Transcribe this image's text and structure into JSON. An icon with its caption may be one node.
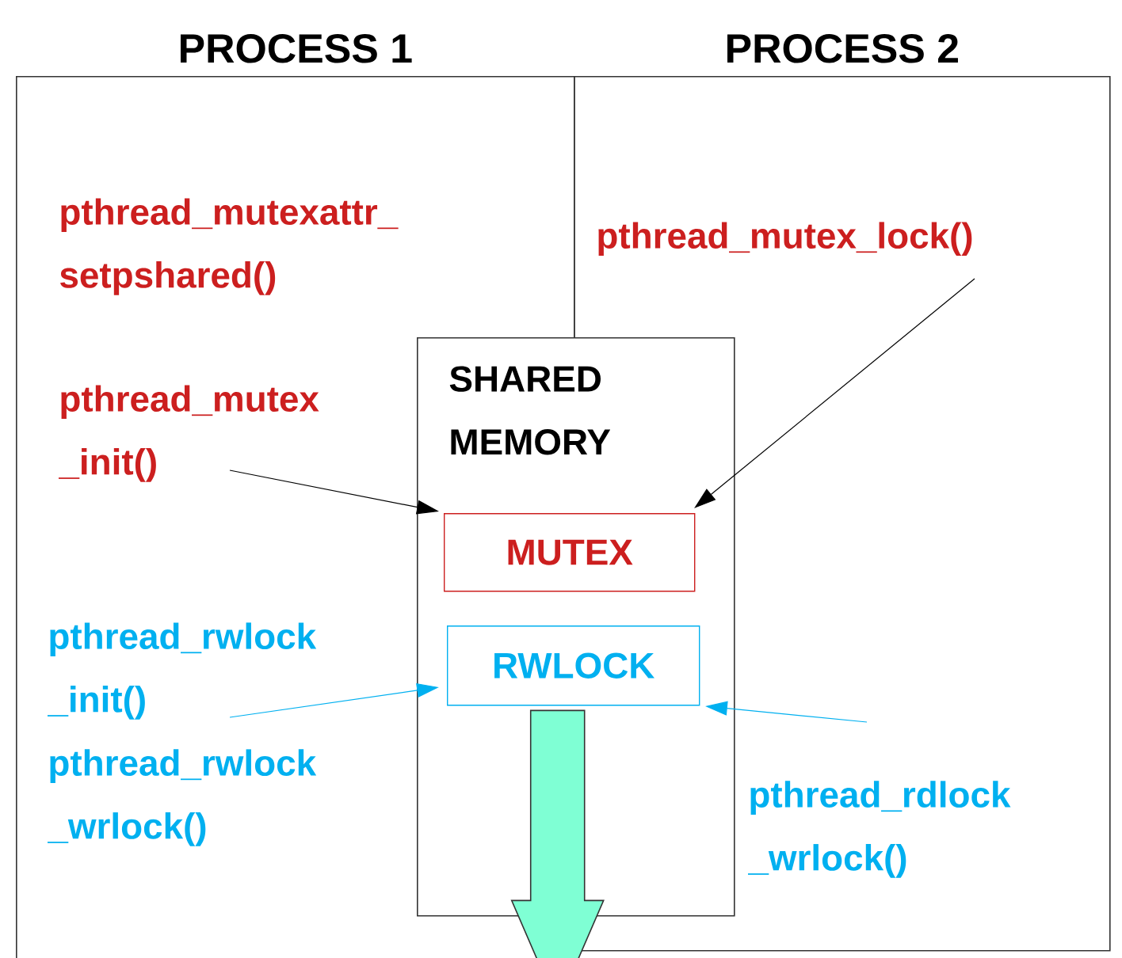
{
  "diagram": {
    "nodes": [
      {
        "text": [
          "PROCESS 1"
        ]
      },
      {
        "text": [
          "PROCESS 2"
        ]
      },
      {
        "text": [
          "SHARED MEMORY"
        ]
      },
      {
        "text": [
          "MUTEX"
        ],
        "in": 2
      },
      {
        "text": [
          "RWLOCK"
        ],
        "in": 2
      },
      {
        "text": [
          "pthread_mutex _init()"
        ],
        "in": 0
      },
      {
        "text": [
          "pthread_mutex_lock()"
        ],
        "in": 1
      },
      {
        "text": [
          "pthread_rwlock _init()"
        ],
        "in": 0
      },
      {
        "text": [
          "pthread_rdlock _wrlock()"
        ],
        "in": 1
      }
    ],
    "edges": [
      {
        "from": 5,
        "to": 3,
        "arrow": "to"
      },
      {
        "from": 6,
        "to": 3,
        "arrow": "to"
      },
      {
        "from": 7,
        "to": 4,
        "arrow": "to",
        "color": "#00b0f0"
      },
      {
        "from": 8,
        "to": 4,
        "arrow": "to",
        "color": "#00b0f0"
      },
      {
        "from": 4,
        "to": null,
        "arrow": "to",
        "style": "thick",
        "color": "#7fffd4"
      }
    ],
    "labels": [
      "pthread_mutexattr_ setpshared()",
      "pthread_rwlock _wrlock()"
    ]
  }
}
